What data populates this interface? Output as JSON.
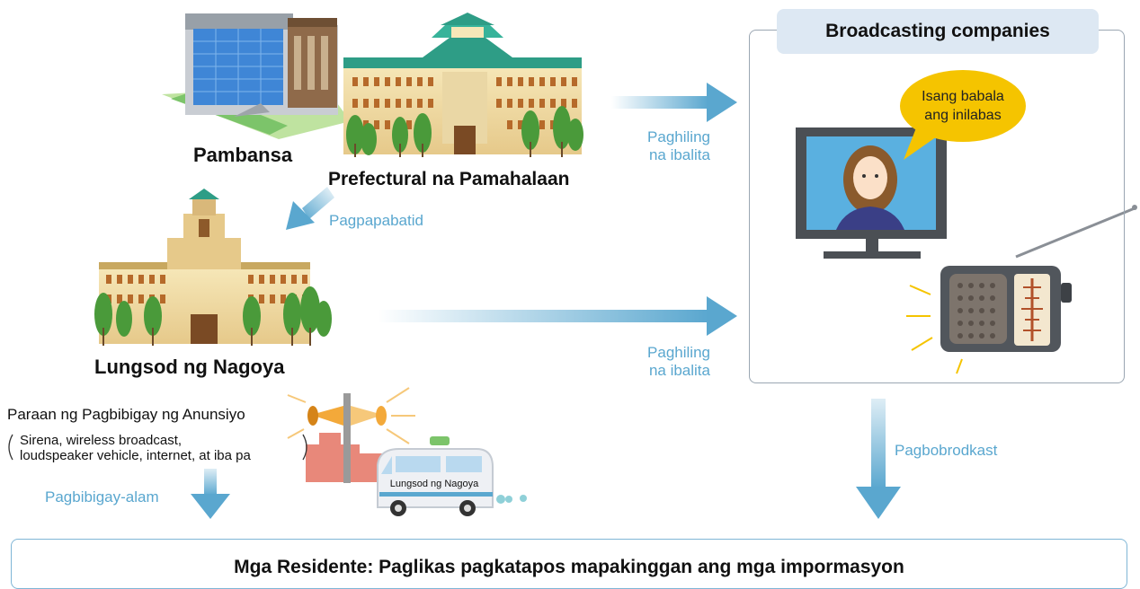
{
  "nodes": {
    "national": "Pambansa",
    "prefectural": "Prefectural na Pamahalaan",
    "city": "Lungsod ng Nagoya",
    "broadcast_header": "Broadcasting companies",
    "speech_bubble": "Isang babala\nang inilabas",
    "announce_title": "Paraan ng Pagbibigay ng Anunsiyo",
    "announce_methods": "Sirena, wireless broadcast,\nloudspeaker vehicle, internet, at iba pa",
    "van_label": "Lungsod ng Nagoya",
    "residents": "Mga Residente: Paglikas pagkatapos mapakinggan ang mga impormasyon"
  },
  "edges": {
    "request_top": "Paghiling\nna ibalita",
    "notify": "Pagpapabatid",
    "request_mid": "Paghiling\nna ibalita",
    "broadcast": "Pagbobrodkast",
    "inform": "Pagbibigay-alam"
  },
  "colors": {
    "arrow": "#5aa7cf",
    "arrow_label": "#5aa7cf",
    "header_bg": "#dde8f3",
    "box_border": "#9aa6b2",
    "residents_border": "#7fb6d6",
    "bubble": "#f5c400",
    "tv_screen": "#5ab0e0"
  }
}
